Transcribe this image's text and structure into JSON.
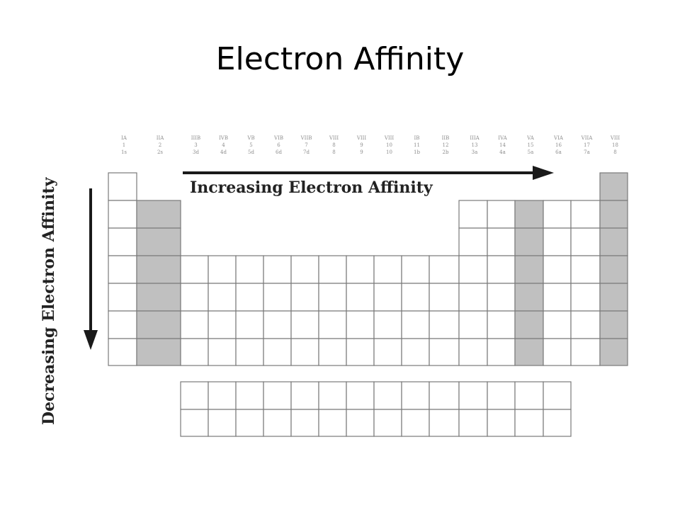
{
  "slide": {
    "title": "Electron Affinity"
  },
  "arrows": {
    "horizontal_label": "Increasing Electron Affinity",
    "vertical_label": "Decreasing Electron Affinity"
  },
  "colors": {
    "grid_line": "#7a7a7a",
    "shaded_cell": "#c0c0c0",
    "arrow": "#1a1a1a",
    "header_text": "#8c8c8c"
  },
  "group_headers": [
    {
      "roman": "IA",
      "num": "1",
      "sub": "1s"
    },
    {
      "roman": "IIA",
      "num": "2",
      "sub": "2s"
    },
    {
      "roman": "IIIB",
      "num": "3",
      "sub": "3d"
    },
    {
      "roman": "IVB",
      "num": "4",
      "sub": "4d"
    },
    {
      "roman": "VB",
      "num": "5",
      "sub": "5d"
    },
    {
      "roman": "VIB",
      "num": "6",
      "sub": "6d"
    },
    {
      "roman": "VIIB",
      "num": "7",
      "sub": "7d"
    },
    {
      "roman": "VIII",
      "num": "8",
      "sub": "8"
    },
    {
      "roman": "VIII",
      "num": "9",
      "sub": "9"
    },
    {
      "roman": "VIII",
      "num": "10",
      "sub": "10"
    },
    {
      "roman": "IB",
      "num": "11",
      "sub": "1b"
    },
    {
      "roman": "IIB",
      "num": "12",
      "sub": "2b"
    },
    {
      "roman": "IIIA",
      "num": "13",
      "sub": "3a"
    },
    {
      "roman": "IVA",
      "num": "14",
      "sub": "4a"
    },
    {
      "roman": "VA",
      "num": "15",
      "sub": "5a"
    },
    {
      "roman": "VIA",
      "num": "16",
      "sub": "6a"
    },
    {
      "roman": "VIIA",
      "num": "17",
      "sub": "7a"
    },
    {
      "roman": "VIII",
      "num": "18",
      "sub": "8"
    }
  ],
  "shaded_groups": [
    2,
    15,
    18
  ]
}
